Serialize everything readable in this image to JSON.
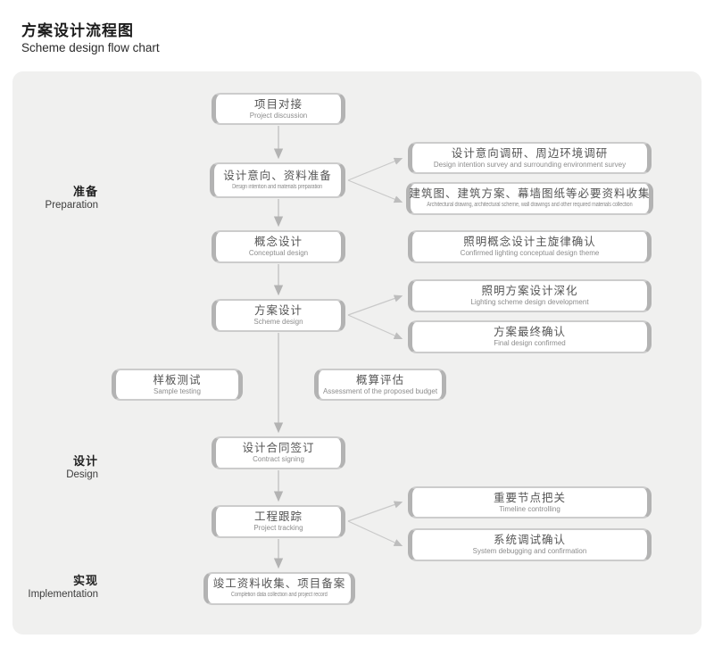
{
  "header": {
    "title_zh": "方案设计流程图",
    "title_en": "Scheme design flow chart"
  },
  "stages": [
    {
      "zh": "准备",
      "en": "Preparation"
    },
    {
      "zh": "设计",
      "en": "Design"
    },
    {
      "zh": "实现",
      "en": "Implementation"
    }
  ],
  "flow": {
    "main": [
      {
        "zh": "项目对接",
        "en": "Project discussion"
      },
      {
        "zh": "设计意向、资料准备",
        "en": "Design intention and materials preparation"
      },
      {
        "zh": "概念设计",
        "en": "Conceptual design"
      },
      {
        "zh": "方案设计",
        "en": "Scheme design"
      },
      {
        "zh": "设计合同签订",
        "en": "Contract signing"
      },
      {
        "zh": "工程跟踪",
        "en": "Project tracking"
      },
      {
        "zh": "竣工资料收集、项目备案",
        "en": "Completion data collection and project record"
      }
    ],
    "side": [
      {
        "zh": "样板测试",
        "en": "Sample testing"
      },
      {
        "zh": "概算评估",
        "en": "Assessment of the proposed budget"
      }
    ],
    "right": [
      {
        "zh": "设计意向调研、周边环境调研",
        "en": "Design intention survey and surrounding environment survey"
      },
      {
        "zh": "建筑图、建筑方案、幕墙图纸等必要资料收集",
        "en": "Architectural drawing, architectural scheme, wall drawings and other required materials collection"
      },
      {
        "zh": "照明概念设计主旋律确认",
        "en": "Confirmed lighting conceptual design theme"
      },
      {
        "zh": "照明方案设计深化",
        "en": "Lighting scheme design development"
      },
      {
        "zh": "方案最终确认",
        "en": "Final design confirmed"
      },
      {
        "zh": "重要节点把关",
        "en": "Timeline controlling"
      },
      {
        "zh": "系统调试确认",
        "en": "System debugging and confirmation"
      }
    ]
  },
  "colors": {
    "panel_bg": "#f0f0ef",
    "box_border": "#b3b3b3",
    "arrow": "#c3c3c3",
    "box_text_zh": "#555555",
    "box_text_en": "#8c8c8c"
  }
}
